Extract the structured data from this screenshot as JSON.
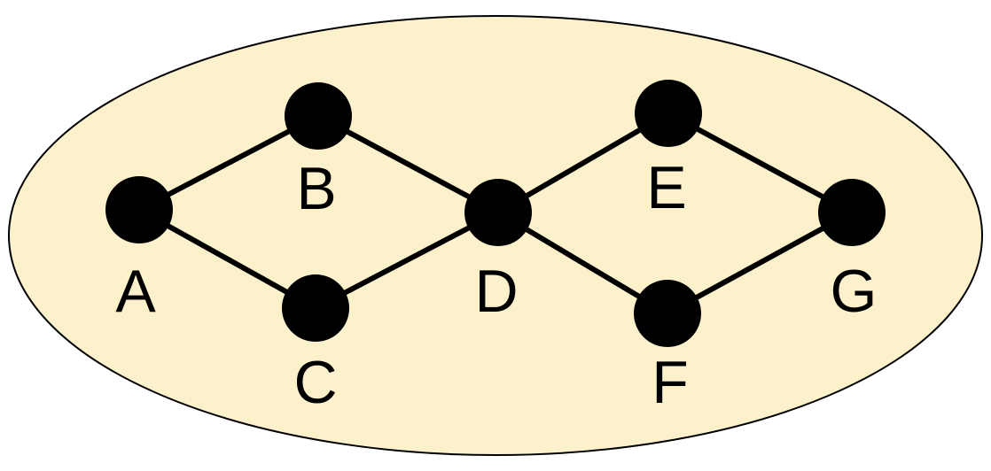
{
  "colors": {
    "region_fill": "#FDF1CC",
    "region_stroke": "#000000",
    "node_fill": "#000000",
    "edge_stroke": "#000000",
    "label_color": "#000000"
  },
  "nodes": [
    {
      "id": "A",
      "label": "A"
    },
    {
      "id": "B",
      "label": "B"
    },
    {
      "id": "C",
      "label": "C"
    },
    {
      "id": "D",
      "label": "D"
    },
    {
      "id": "E",
      "label": "E"
    },
    {
      "id": "F",
      "label": "F"
    },
    {
      "id": "G",
      "label": "G"
    }
  ],
  "edges": [
    {
      "from": "A",
      "to": "B"
    },
    {
      "from": "A",
      "to": "C"
    },
    {
      "from": "B",
      "to": "D"
    },
    {
      "from": "C",
      "to": "D"
    },
    {
      "from": "D",
      "to": "E"
    },
    {
      "from": "D",
      "to": "F"
    },
    {
      "from": "E",
      "to": "G"
    },
    {
      "from": "F",
      "to": "G"
    }
  ]
}
